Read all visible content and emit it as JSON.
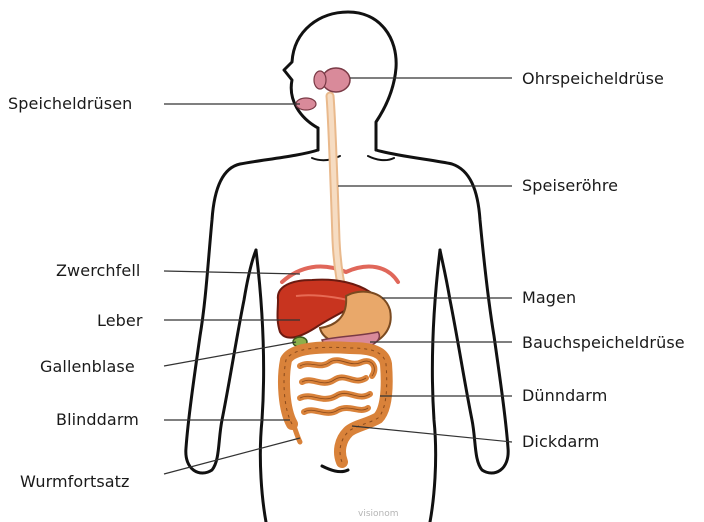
{
  "labels_left": {
    "speicheldruesen": "Speicheldrüsen",
    "zwerchfell": "Zwerchfell",
    "leber": "Leber",
    "gallenblase": "Gallenblase",
    "blinddarm": "Blinddarm",
    "wurmfortsatz": "Wurmfortsatz"
  },
  "labels_right": {
    "ohrspeicheldruese": "Ohrspeicheldrüse",
    "speiseroehre": "Speiseröhre",
    "magen": "Magen",
    "bauchspeicheldruese": "Bauchspeicheldrüse",
    "duenndarm": "Dünndarm",
    "dickdarm": "Dickdarm"
  },
  "watermark": "visionom",
  "colors": {
    "liver": "#c8341f",
    "stomach": "#e9a86a",
    "intestine": "#d9823a",
    "diaphragm": "#e0675a",
    "gland": "#d98a9a",
    "gallbladder": "#8db04a",
    "esophagus": "#f0c9a3",
    "outline": "#111111"
  }
}
